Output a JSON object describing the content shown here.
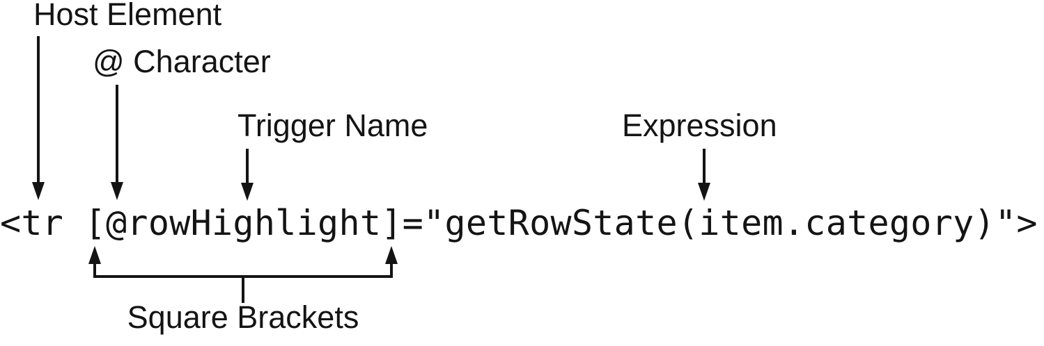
{
  "figure": {
    "colors": {
      "background": "#ffffff",
      "ink": "#141414"
    },
    "code_line": "<tr [@rowHighlight]=\"getRowState(item.category)\">",
    "callouts": {
      "host_element": "Host Element",
      "at_character": "@ Character",
      "trigger_name": "Trigger Name",
      "expression": "Expression",
      "square_brackets": "Square Brackets"
    }
  }
}
